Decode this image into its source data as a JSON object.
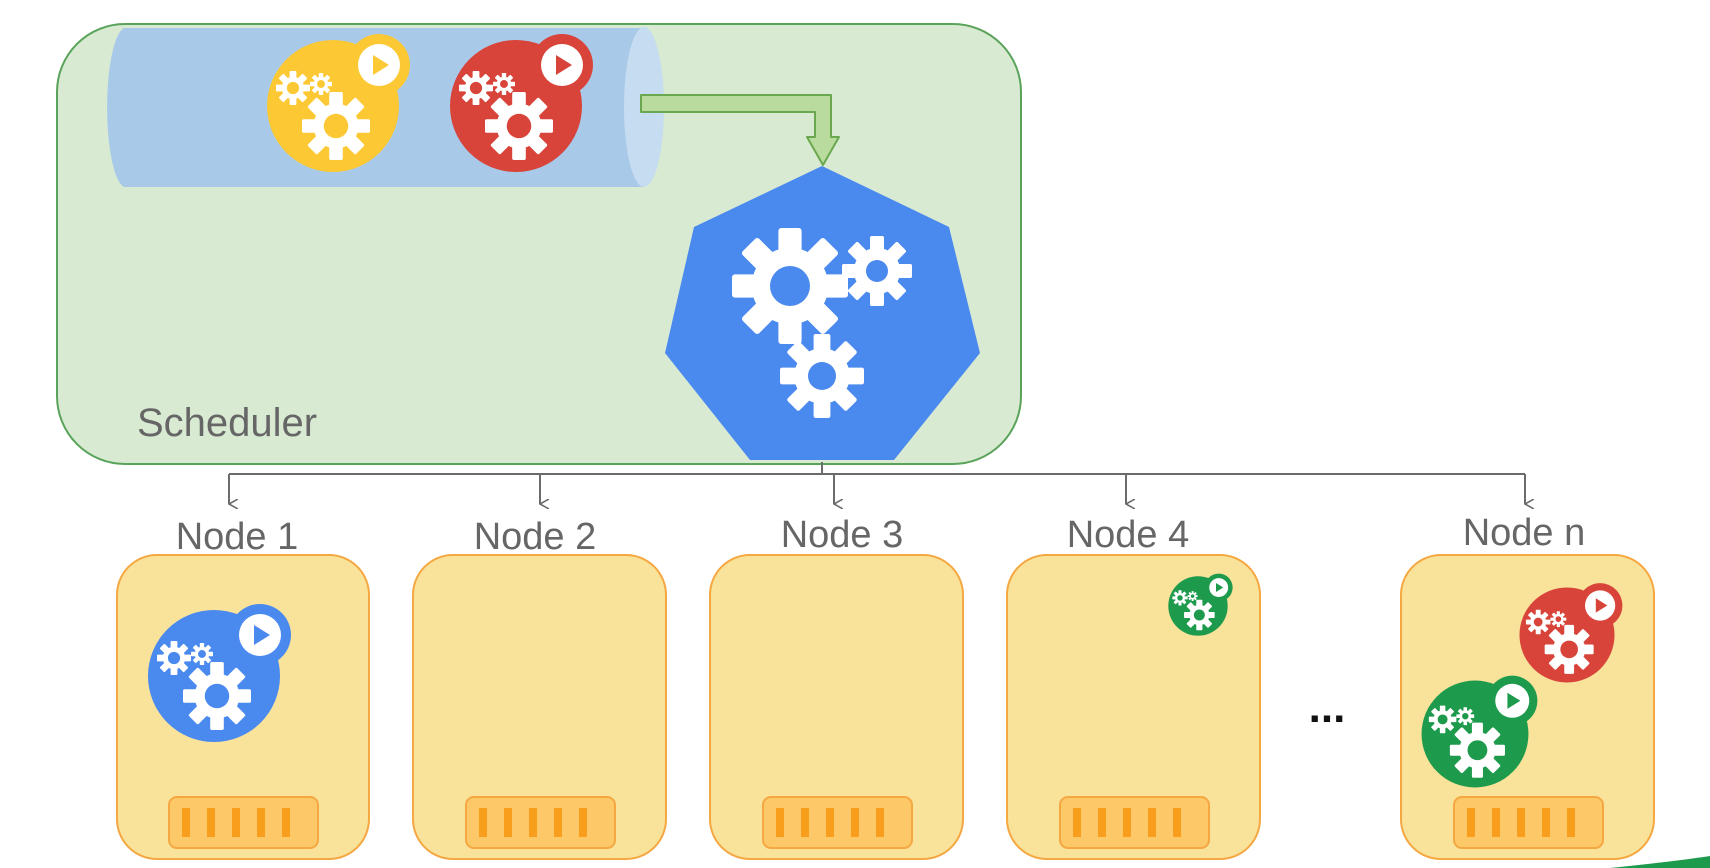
{
  "scheduler": {
    "label": "Scheduler",
    "queue": [
      {
        "color": "#fcc934",
        "icon": "pod-icon"
      },
      {
        "color": "#d9443a",
        "icon": "pod-icon"
      }
    ],
    "core_color": "#4a89ee",
    "core_icon": "gears-icon"
  },
  "nodes": [
    {
      "label": "Node 1",
      "pods": [
        {
          "color": "#4a89ee"
        }
      ]
    },
    {
      "label": "Node 2",
      "pods": []
    },
    {
      "label": "Node 3",
      "pods": []
    },
    {
      "label": "Node 4",
      "pods": [
        {
          "color": "#1e9a4d"
        }
      ]
    },
    {
      "label": "Node n",
      "pods": [
        {
          "color": "#d9443a"
        },
        {
          "color": "#1e9a4d"
        }
      ]
    }
  ],
  "ellipsis": "...",
  "colors": {
    "scheduler_fill": "#d9ead3",
    "scheduler_stroke": "#5aa35a",
    "queue_fill": "#a8c9e8",
    "node_fill": "#f9e39a",
    "node_stroke": "#f5a742",
    "port_fill": "#fcc868",
    "port_pin": "#f99d1c",
    "connector": "#6b6b6b",
    "label_text": "#666666"
  }
}
